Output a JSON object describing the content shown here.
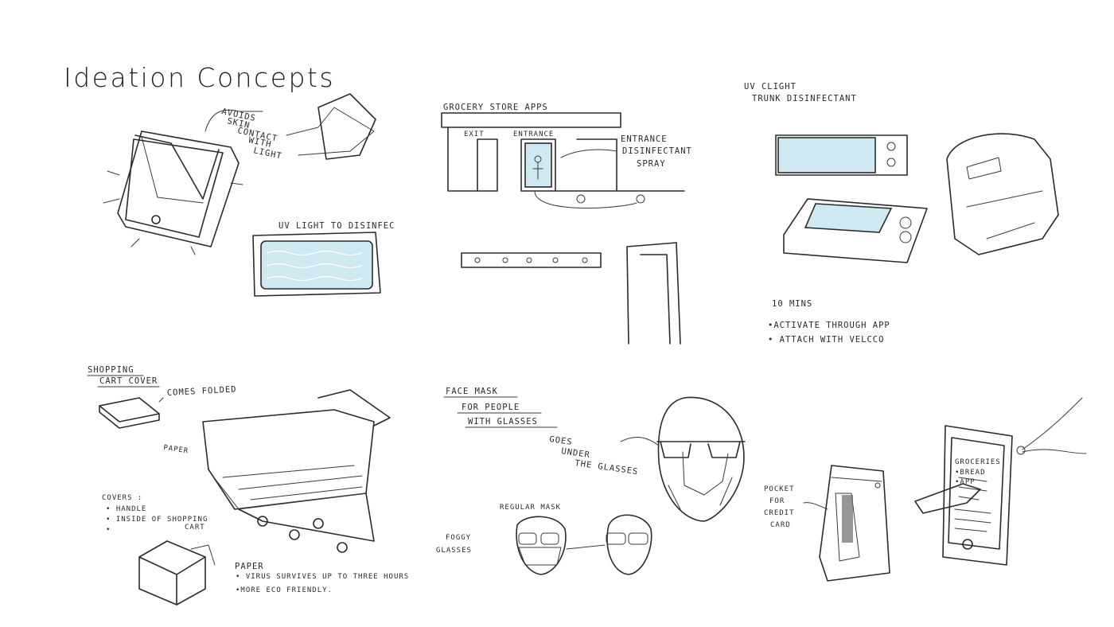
{
  "title": "Ideation Concepts",
  "phone_uv": {
    "avoids_label": [
      "AVOIDS",
      "SKIN",
      "CONTACT",
      "WITH",
      "LIGHT"
    ],
    "uv_label": "UV    LIGHT TO DISINFEC"
  },
  "grocery": {
    "heading": "GROCERY STORE APPS",
    "exit": "EXIT",
    "entrance": "ENTRANCE",
    "spray_label": [
      "ENTRANCE",
      "DISINFECTANT",
      "SPRAY"
    ]
  },
  "trunk": {
    "heading": [
      "UV CLIGHT",
      "TRUNK DISINFECTANT"
    ],
    "notes": [
      "10 MINS",
      "•ACTIVATE THROUGH APP",
      "• ATTACH WITH VELCCO"
    ]
  },
  "cart": {
    "heading": [
      "SHOPPING",
      "CART COVER"
    ],
    "folded": "COMES FOLDED",
    "paper_tag": "PAPER",
    "covers": [
      "COVERS :",
      "• HANDLE",
      "• INSIDE OF SHOPPING",
      "CART",
      "•"
    ],
    "paper_heading": "PAPER",
    "paper_notes": [
      "• VIRUS SURVIVES UP TO THREE HOURS",
      "•MORE ECO FRIENDLY."
    ]
  },
  "mask": {
    "heading": [
      "FACE MASK",
      "FOR PEOPLE",
      "WITH GLASSES"
    ],
    "goes_under": [
      "GOES",
      "UNDER",
      "THE GLASSES"
    ],
    "regular": "REGULAR MASK",
    "foggy": [
      "FOGGY",
      "GLASSES"
    ]
  },
  "pouch": {
    "pocket_label": [
      "POCKET",
      "FOR",
      "CREDIT",
      "CARD"
    ],
    "list_title": "GROCERIES",
    "list_items": [
      "•BREAD",
      "•APP"
    ]
  }
}
